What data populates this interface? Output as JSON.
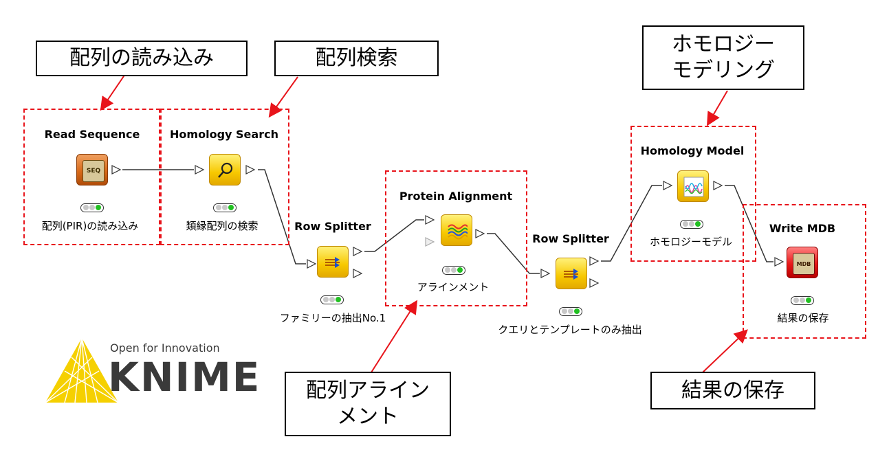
{
  "callouts": {
    "read": "配列の読み込み",
    "search": "配列検索",
    "model_line1": "ホモロジー",
    "model_line2": "モデリング",
    "align_line1": "配列アライン",
    "align_line2": "メント",
    "save": "結果の保存"
  },
  "nodes": {
    "read_sequence": {
      "title": "Read Sequence",
      "label": "配列(PIR)の読み込み",
      "icon": "seq-icon",
      "icon_text": "SEQ"
    },
    "homology_search": {
      "title": "Homology Search",
      "label": "類縁配列の検索",
      "icon": "magnifier-icon"
    },
    "row_splitter_1": {
      "title": "Row Splitter",
      "label": "ファミリーの抽出No.1",
      "icon": "splitter-icon"
    },
    "protein_alignment": {
      "title": "Protein Alignment",
      "label": "アラインメント",
      "icon": "alignment-icon"
    },
    "row_splitter_2": {
      "title": "Row Splitter",
      "label": "クエリとテンプレートのみ抽出",
      "icon": "splitter-icon"
    },
    "homology_model": {
      "title": "Homology Model",
      "label": "ホモロジーモデル",
      "icon": "model-icon"
    },
    "write_mdb": {
      "title": "Write MDB",
      "label": "結果の保存",
      "icon": "mdb-icon",
      "icon_text": "MDB"
    }
  },
  "status_colors": {
    "off": "#c8c8c8",
    "green": "#22c022"
  },
  "accent": {
    "dashed_border": "#e8141b",
    "arrow": "#e8141b"
  },
  "logo": {
    "tagline": "Open for Innovation",
    "name": "KNIME",
    "color": "#f5d000"
  }
}
